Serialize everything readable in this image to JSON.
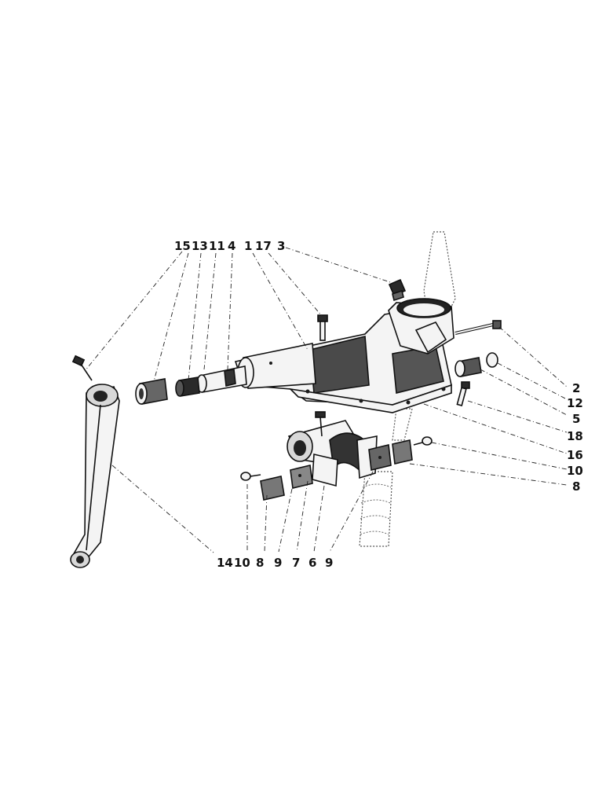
{
  "diagram": {
    "callouts_top": [
      "15",
      "13",
      "11",
      "4",
      "1",
      "17",
      "3"
    ],
    "callouts_right": [
      "2",
      "12",
      "5",
      "18",
      "16",
      "10",
      "8"
    ],
    "callouts_bottom": [
      "14",
      "10",
      "8",
      "9",
      "7",
      "6",
      "9"
    ]
  }
}
